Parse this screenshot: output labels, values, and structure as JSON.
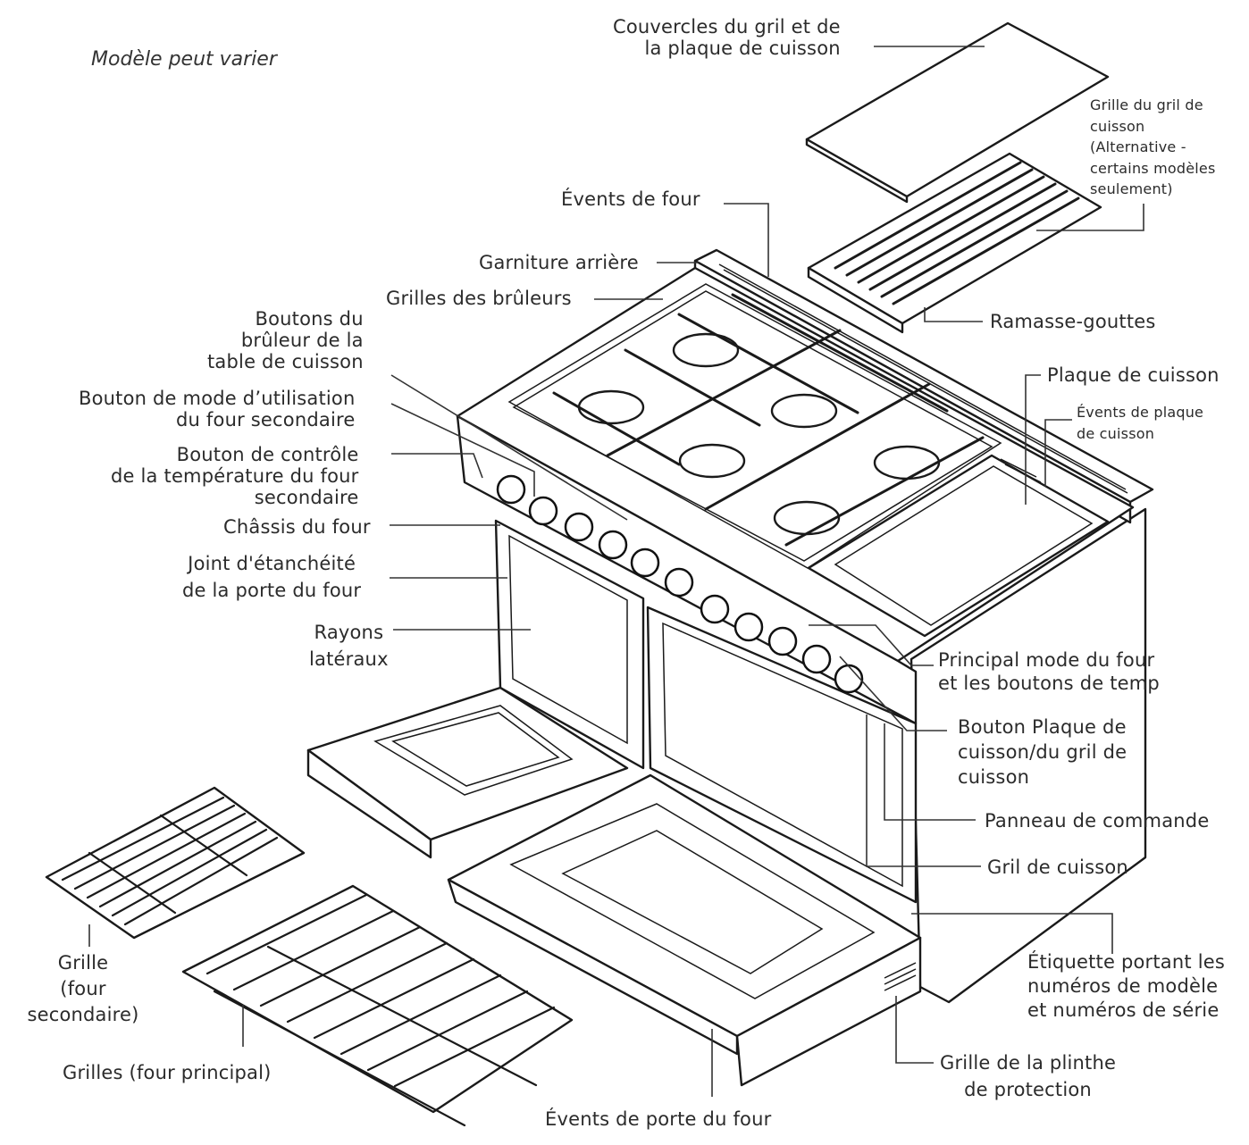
{
  "note": "Modèle peut varier",
  "labels": {
    "couvercles": [
      "Couvercles du gril et de",
      "la plaque de cuisson"
    ],
    "grille_gril": [
      "Grille du gril de",
      "cuisson",
      "(Alternative -",
      "certains modèles",
      "seulement)"
    ],
    "events_four": [
      "Évents de four"
    ],
    "garniture": [
      "Garniture arrière"
    ],
    "grilles_bruleurs": [
      "Grilles des brûleurs"
    ],
    "ramasse": [
      "Ramasse-gouttes"
    ],
    "boutons_bruleur": [
      "Boutons du",
      "brûleur de la",
      "table de cuisson"
    ],
    "plaque": [
      "Plaque de cuisson"
    ],
    "events_plaque": [
      "Évents de plaque",
      "de cuisson"
    ],
    "mode_secondaire": [
      "Bouton de mode d’utilisation",
      "du four secondaire"
    ],
    "temp_secondaire": [
      "Bouton de contrôle",
      "de la température du four",
      "secondaire"
    ],
    "chassis": [
      "Châssis du four"
    ],
    "joint": [
      "Joint d'étanchéité",
      "de la porte du four"
    ],
    "rayons": [
      "Rayons",
      "latéraux"
    ],
    "principal_mode": [
      "Principal mode du four",
      "et les boutons de temp"
    ],
    "bouton_plaque": [
      "Bouton Plaque de",
      "cuisson/du gril de",
      "cuisson"
    ],
    "panneau": [
      "Panneau de commande"
    ],
    "gril": [
      "Gril de cuisson"
    ],
    "etiquette": [
      "Étiquette portant les",
      "numéros de modèle",
      "et numéros de série"
    ],
    "grille_secondaire": [
      "Grille",
      "(four",
      "secondaire)"
    ],
    "grilles_principal": [
      "Grilles (four principal)"
    ],
    "plinthe": [
      "Grille de la plinthe",
      "de protection"
    ],
    "events_porte": [
      "Évents de porte du four"
    ]
  }
}
